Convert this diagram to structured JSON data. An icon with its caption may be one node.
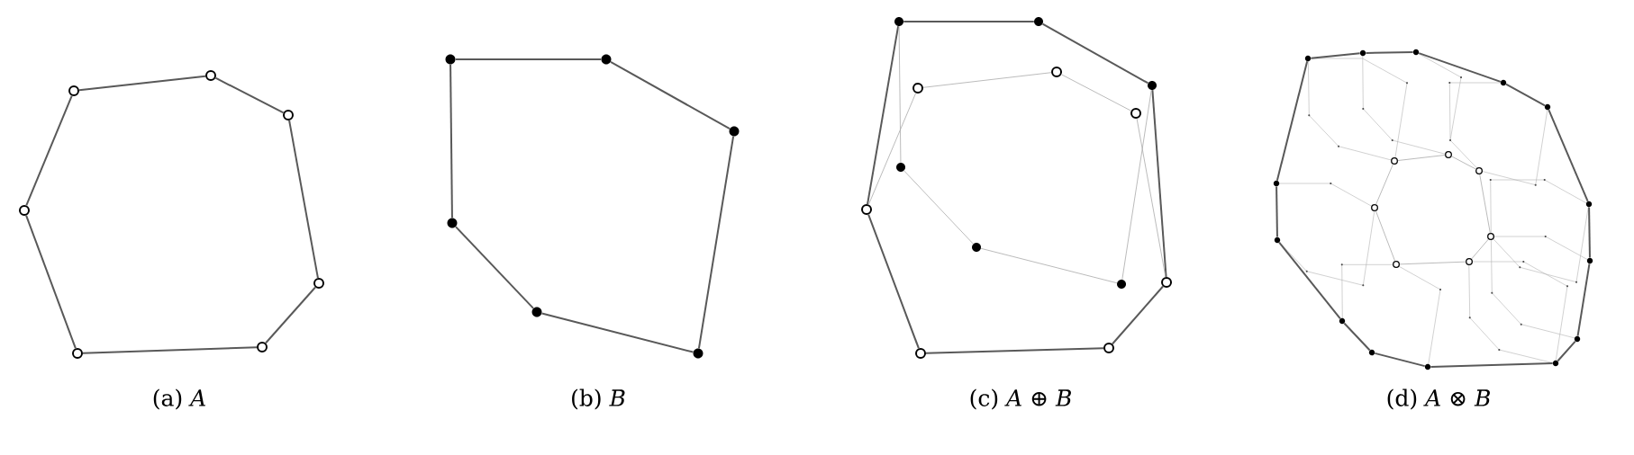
{
  "diagram": {
    "nodes": [
      {
        "text": [],
        "shape": "circle"
      },
      {
        "text": [],
        "shape": "circle"
      },
      {
        "text": [],
        "shape": "circle"
      },
      {
        "text": [],
        "shape": "circle"
      },
      {
        "text": [],
        "shape": "circle"
      },
      {
        "text": [],
        "shape": "circle"
      },
      {
        "text": [],
        "shape": "circle"
      },
      {
        "text": [],
        "shape": "dot"
      },
      {
        "text": [],
        "shape": "dot"
      },
      {
        "text": [],
        "shape": "dot"
      },
      {
        "text": [],
        "shape": "dot"
      },
      {
        "text": [],
        "shape": "dot"
      },
      {
        "text": [],
        "shape": "dot"
      },
      {
        "text": [],
        "shape": "dot"
      },
      {
        "text": [],
        "shape": "dot"
      },
      {
        "text": [],
        "shape": "dot"
      },
      {
        "text": [],
        "shape": "circle"
      },
      {
        "text": [],
        "shape": "circle"
      },
      {
        "text": [],
        "shape": "circle"
      },
      {
        "text": [],
        "shape": "circle"
      },
      {
        "text": [],
        "shape": "circle"
      },
      {
        "text": [],
        "shape": "circle"
      },
      {
        "text": [],
        "shape": "circle"
      },
      {
        "text": [],
        "shape": "dot"
      },
      {
        "text": [],
        "shape": "dot"
      },
      {
        "text": [],
        "shape": "dot"
      },
      {
        "text": [],
        "shape": "dot"
      },
      {
        "text": [],
        "shape": "dot"
      },
      {
        "text": [],
        "shape": "dot"
      },
      {
        "text": [],
        "shape": "dot"
      },
      {
        "text": [],
        "shape": "dot"
      },
      {
        "text": [],
        "shape": "dot"
      },
      {
        "text": [],
        "shape": "dot"
      },
      {
        "text": [],
        "shape": "dot"
      },
      {
        "text": [],
        "shape": "dot"
      },
      {
        "text": [],
        "shape": "dot"
      },
      {
        "text": [],
        "shape": "dot"
      },
      {
        "text": [],
        "shape": "dot"
      },
      {
        "text": [],
        "shape": "dot"
      },
      {
        "text": [],
        "shape": "dot"
      },
      {
        "text": [],
        "shape": "circle"
      },
      {
        "text": [],
        "shape": "circle"
      },
      {
        "text": [],
        "shape": "circle"
      },
      {
        "text": [],
        "shape": "circle"
      },
      {
        "text": [],
        "shape": "circle"
      },
      {
        "text": [],
        "shape": "circle"
      },
      {
        "text": [],
        "shape": "circle"
      }
    ],
    "edges": [
      {
        "from": 0,
        "to": 1,
        "arrow": "none"
      },
      {
        "from": 1,
        "to": 2,
        "arrow": "none"
      },
      {
        "from": 2,
        "to": 3,
        "arrow": "none"
      },
      {
        "from": 3,
        "to": 4,
        "arrow": "none"
      },
      {
        "from": 4,
        "to": 5,
        "arrow": "none"
      },
      {
        "from": 5,
        "to": 6,
        "arrow": "none"
      },
      {
        "from": 6,
        "to": 0,
        "arrow": "none"
      },
      {
        "from": 7,
        "to": 8,
        "arrow": "none"
      },
      {
        "from": 8,
        "to": 9,
        "arrow": "none"
      },
      {
        "from": 9,
        "to": 10,
        "arrow": "none"
      },
      {
        "from": 10,
        "to": 11,
        "arrow": "none"
      },
      {
        "from": 11,
        "to": 12,
        "arrow": "none"
      },
      {
        "from": 12,
        "to": 7,
        "arrow": "none"
      },
      {
        "from": 13,
        "to": 14,
        "arrow": "none"
      },
      {
        "from": 14,
        "to": 15,
        "arrow": "none"
      },
      {
        "from": 15,
        "to": 16,
        "arrow": "none"
      },
      {
        "from": 16,
        "to": 17,
        "arrow": "none"
      },
      {
        "from": 17,
        "to": 18,
        "arrow": "none"
      },
      {
        "from": 18,
        "to": 19,
        "arrow": "none"
      },
      {
        "from": 19,
        "to": 13,
        "arrow": "none"
      },
      {
        "from": 13,
        "to": 23,
        "arrow": "none",
        "color": "#aaaaaa"
      },
      {
        "from": 23,
        "to": 24,
        "arrow": "none",
        "color": "#aaaaaa"
      },
      {
        "from": 24,
        "to": 25,
        "arrow": "none",
        "color": "#aaaaaa"
      },
      {
        "from": 25,
        "to": 15,
        "arrow": "none",
        "color": "#aaaaaa"
      },
      {
        "from": 19,
        "to": 20,
        "arrow": "none",
        "color": "#aaaaaa"
      },
      {
        "from": 20,
        "to": 21,
        "arrow": "none",
        "color": "#aaaaaa"
      },
      {
        "from": 21,
        "to": 22,
        "arrow": "none",
        "color": "#aaaaaa"
      },
      {
        "from": 22,
        "to": 16,
        "arrow": "none",
        "color": "#aaaaaa"
      },
      {
        "from": 26,
        "to": 27,
        "arrow": "none"
      },
      {
        "from": 27,
        "to": 28,
        "arrow": "none"
      },
      {
        "from": 28,
        "to": 29,
        "arrow": "none"
      },
      {
        "from": 29,
        "to": 30,
        "arrow": "none"
      },
      {
        "from": 30,
        "to": 31,
        "arrow": "none"
      },
      {
        "from": 31,
        "to": 32,
        "arrow": "none"
      },
      {
        "from": 32,
        "to": 33,
        "arrow": "none"
      },
      {
        "from": 33,
        "to": 34,
        "arrow": "none"
      },
      {
        "from": 34,
        "to": 35,
        "arrow": "none"
      },
      {
        "from": 35,
        "to": 36,
        "arrow": "none"
      },
      {
        "from": 36,
        "to": 37,
        "arrow": "none"
      },
      {
        "from": 37,
        "to": 38,
        "arrow": "none"
      },
      {
        "from": 38,
        "to": 39,
        "arrow": "none"
      },
      {
        "from": 39,
        "to": 26,
        "arrow": "none"
      },
      {
        "from": 40,
        "to": 41,
        "arrow": "none",
        "color": "#aaaaaa"
      },
      {
        "from": 41,
        "to": 42,
        "arrow": "none",
        "color": "#aaaaaa"
      },
      {
        "from": 42,
        "to": 43,
        "arrow": "none",
        "color": "#aaaaaa"
      },
      {
        "from": 43,
        "to": 44,
        "arrow": "none",
        "color": "#aaaaaa"
      },
      {
        "from": 44,
        "to": 45,
        "arrow": "none",
        "color": "#aaaaaa"
      },
      {
        "from": 45,
        "to": 46,
        "arrow": "none",
        "color": "#aaaaaa"
      },
      {
        "from": 46,
        "to": 40,
        "arrow": "none",
        "color": "#aaaaaa"
      }
    ],
    "labels": [
      "(a) *A*",
      "(b) *B*",
      "(c) *A* ⊕ *B*",
      "(d) *A* ⊗ *B*"
    ]
  }
}
